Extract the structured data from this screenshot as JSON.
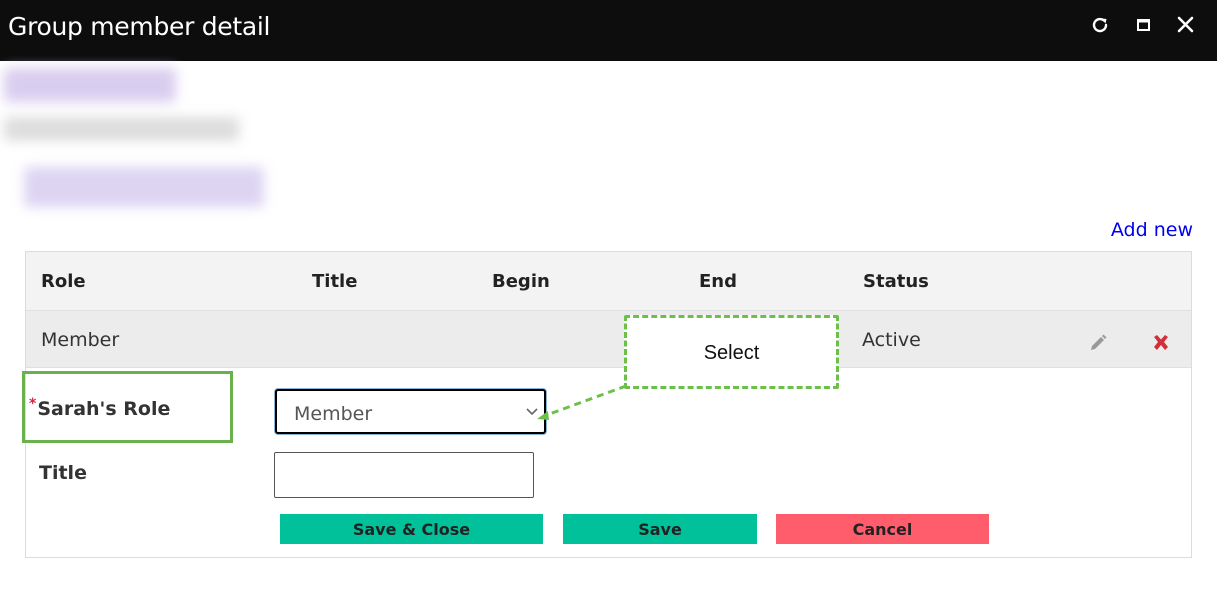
{
  "window": {
    "title": "Group member detail",
    "icons": [
      "refresh-icon",
      "maximize-icon",
      "close-icon"
    ]
  },
  "actions": {
    "add_new": "Add new"
  },
  "table": {
    "columns": [
      "Role",
      "Title",
      "Begin",
      "End",
      "Status"
    ],
    "row": {
      "role": "Member",
      "title": "",
      "begin": "",
      "end": "",
      "status": "Active"
    },
    "row_icons": [
      "pencil-icon",
      "delete-x-icon"
    ]
  },
  "form": {
    "role_label": "Sarah's Role",
    "required_marker": "*",
    "role_value": "Member",
    "title_label": "Title",
    "title_value": "",
    "buttons": {
      "save_close": "Save & Close",
      "save": "Save",
      "cancel": "Cancel"
    }
  },
  "callout": {
    "text": "Select"
  },
  "colors": {
    "titlebar_bg": "#0d0d0d",
    "primary_button": "#00c19a",
    "cancel_button": "#ff5c6c",
    "highlight": "#6cc04a",
    "link": "#0000ee",
    "delete_icon": "#d32f3a"
  }
}
